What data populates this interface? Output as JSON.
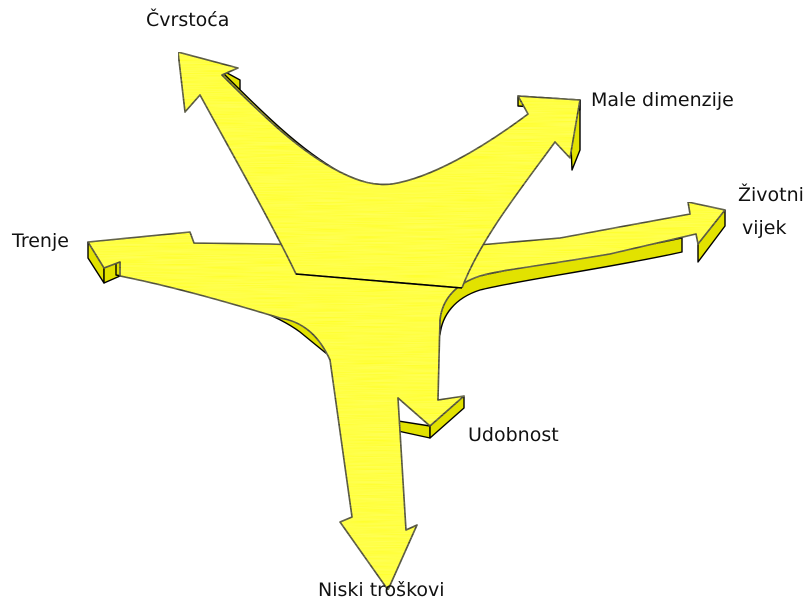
{
  "diagram": {
    "fill_color": "#ffff00",
    "shade_color": "#e2e200",
    "outline_color": "#000000",
    "labels": {
      "cvrstoca": "Čvrstoća",
      "male_dimenzije": "Male dimenzije",
      "zivotni_line1": "Životni",
      "zivotni_line2": "vijek",
      "trenje": "Trenje",
      "udobnost": "Udobnost",
      "niski_troskovi": "Niski troškovi"
    }
  }
}
